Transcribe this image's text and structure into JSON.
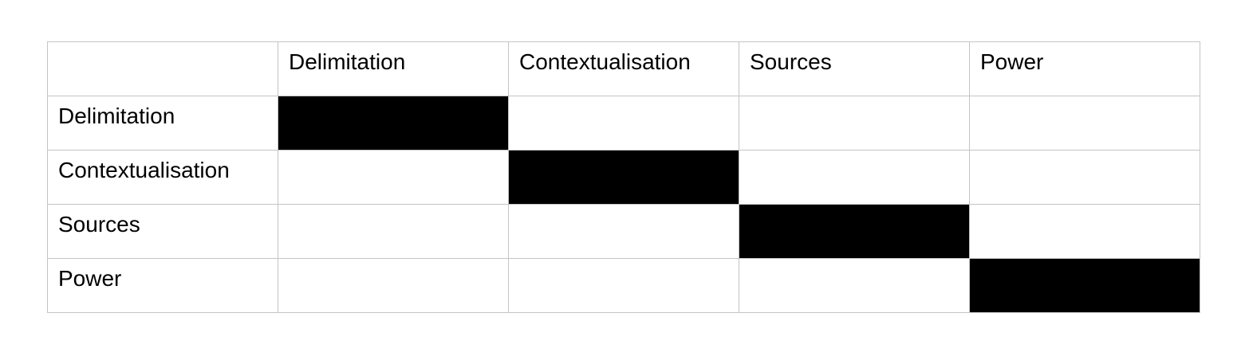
{
  "chart_data": {
    "type": "table",
    "title": "",
    "corner_label": "",
    "column_headers": [
      "Delimitation",
      "Contextualisation",
      "Sources",
      "Power"
    ],
    "rows": [
      {
        "label": "Delimitation",
        "filled": [
          true,
          false,
          false,
          false
        ]
      },
      {
        "label": "Contextualisation",
        "filled": [
          false,
          true,
          false,
          false
        ]
      },
      {
        "label": "Sources",
        "filled": [
          false,
          false,
          true,
          false
        ]
      },
      {
        "label": "Power",
        "filled": [
          false,
          false,
          false,
          true
        ]
      }
    ],
    "fill_color": "#000000",
    "border_color": "#c4c4c4",
    "background_color": "#ffffff",
    "text_color": "#000000"
  }
}
